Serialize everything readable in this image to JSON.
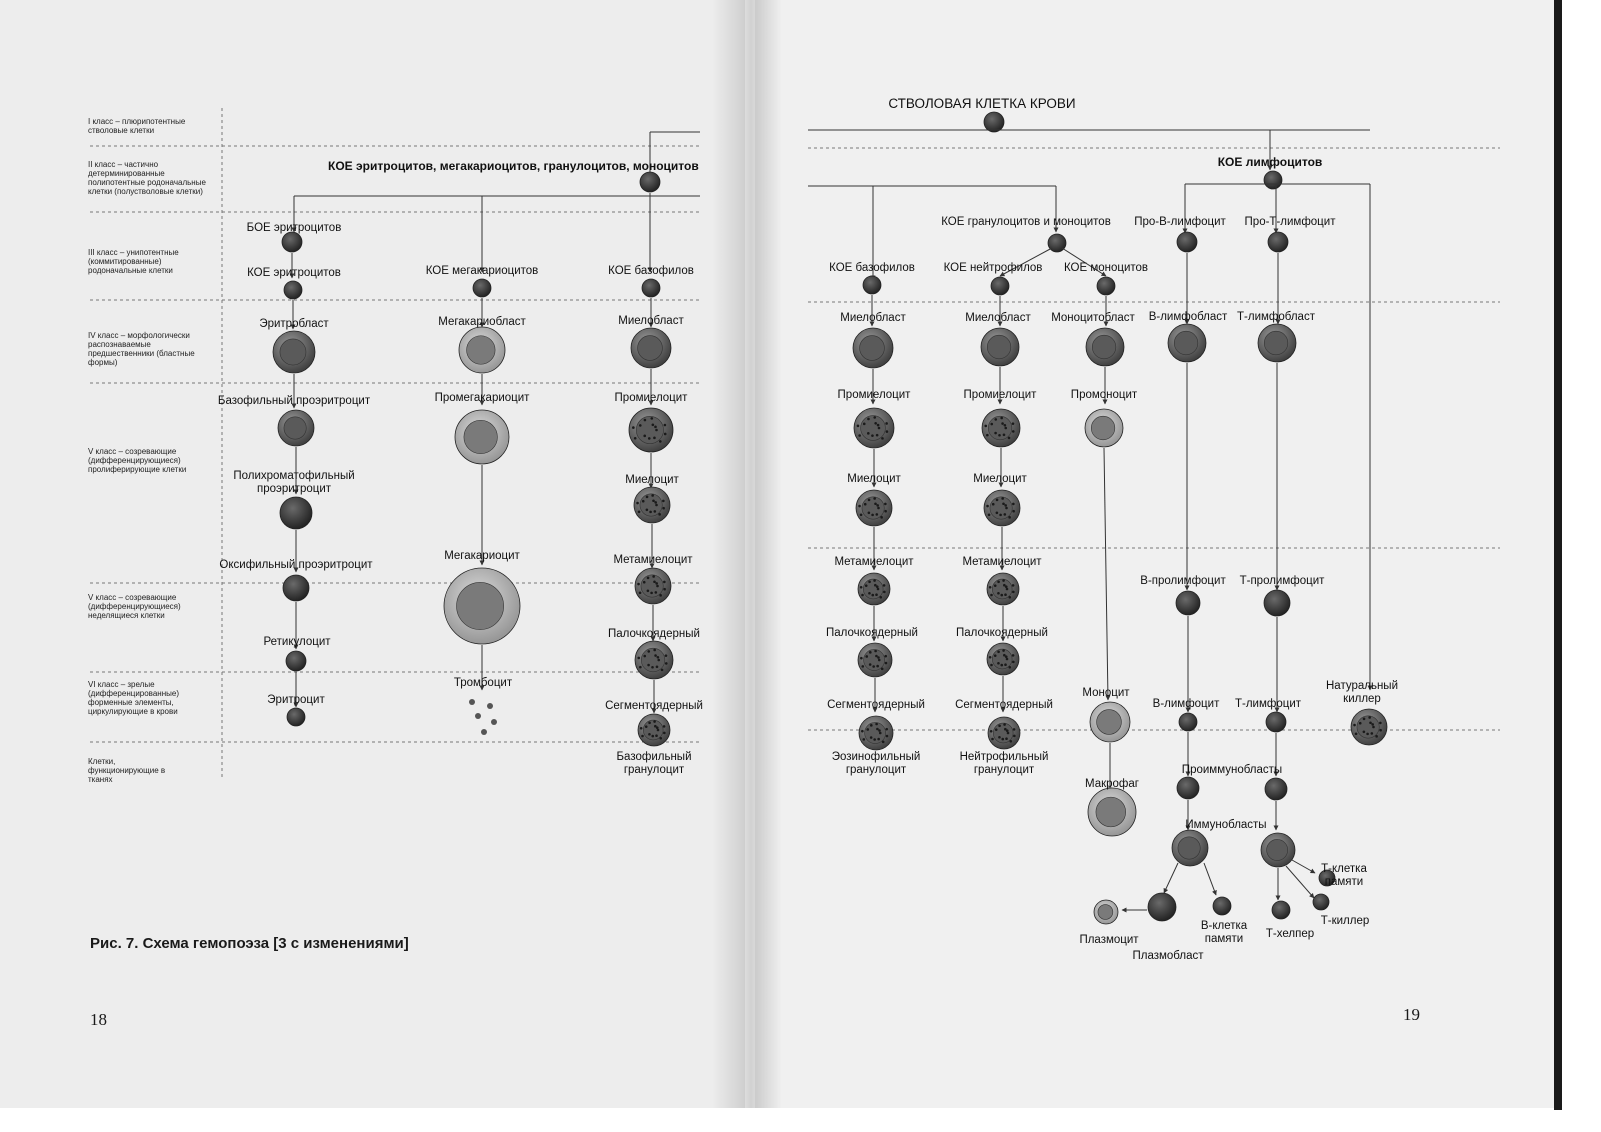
{
  "left_page": {
    "page_number": "18",
    "caption": "Рис. 7. Схема гемопоэза [3 с изменениями]",
    "class_labels": [
      "I класс – плюрипотентные стволовые клетки",
      "II класс – частично детерминированные полипотентные родоначальные клетки (полустволовые клетки)",
      "III класс – унипотентные (коммитированные) родоначальные клетки",
      "IV класс – морфологически распознаваемые предшественники (бластные формы)",
      "V класс – созревающие (дифференцирующиеся) пролиферирующие клетки",
      "V класс – созревающие (дифференцирующиеся) неделящиеся клетки",
      "VI класс – зрелые (дифференцированные) форменные элементы, циркулирующие в крови",
      "Клетки, функционирующие в тканях"
    ],
    "top_node": "КОЕ эритроцитов,  мегакариоцитов, гранулоцитов, моноцитов",
    "erythroid": [
      "БОЕ эритроцитов",
      "КОЕ эритроцитов",
      "Эритробласт",
      "Базофильный проэритроцит",
      "Полихроматофильный\nпроэритроцит",
      "Оксифильный проэритроцит",
      "Ретикулоцит",
      "Эритроцит"
    ],
    "megakaryocytic": [
      "КОЕ мегакариоцитов",
      "Мегакариобласт",
      "Промегакариоцит",
      "Мегакариоцит",
      "Тромбоцит"
    ],
    "basophilic": [
      "КОЕ базофилов",
      "Миелобласт",
      "Промиелоцит",
      "Миелоцит",
      "Метамиелоцит",
      "Палочкоядерный",
      "Сегментоядерный",
      "Базофильный\nгранулоцит"
    ]
  },
  "right_page": {
    "page_number": "19",
    "top_node": "СТВОЛОВАЯ КЛЕТКА КРОВИ",
    "kol_lymph": "КОЕ лимфоцитов",
    "kol_gm": "КОЕ гранулоцитов и моноцитов",
    "eosinophilic": [
      "КОЕ базофилов",
      "Миелобласт",
      "Промиелоцит",
      "Миелоцит",
      "Метамиелоцит",
      "Палочкоядерный",
      "Сегментоядерный",
      "Эозинофильный\nгранулоцит"
    ],
    "neutrophilic": [
      "КОЕ нейтрофилов",
      "Миелобласт",
      "Промиелоцит",
      "Миелоцит",
      "Метамиелоцит",
      "Палочкоядерный",
      "Сегментоядерный",
      "Нейтрофильный\nгранулоцит"
    ],
    "monocytic": [
      "КОЕ моноцитов",
      "Моноцитобласт",
      "Промоноцит",
      "Моноцит",
      "Макрофаг"
    ],
    "b_line": [
      "Про-В-лимфоцит",
      "В-лимфобласт",
      "В-пролимфоцит",
      "В-лимфоцит"
    ],
    "t_line": [
      "Про-Т-лимфоцит",
      "Т-лимфобласт",
      "Т-пролимфоцит",
      "Т-лимфоцит"
    ],
    "nk": "Натуральный\nкиллер",
    "proimmunoblasts": "Проиммунобласты",
    "immunoblasts": "Иммунобласты",
    "plasma": [
      "Плазмоцит",
      "Плазмобласт",
      "В-клетка\nпамяти"
    ],
    "t_effectors": [
      "Т-клетка\nпамяти",
      "Т-хелпер",
      "Т-киллер"
    ]
  },
  "colors": {
    "page_left": "#ededed",
    "page_right": "#f0f0f0",
    "cell_dark": "#2a2a2a",
    "cell_mid": "#6b6b6b",
    "line": "#333333"
  }
}
